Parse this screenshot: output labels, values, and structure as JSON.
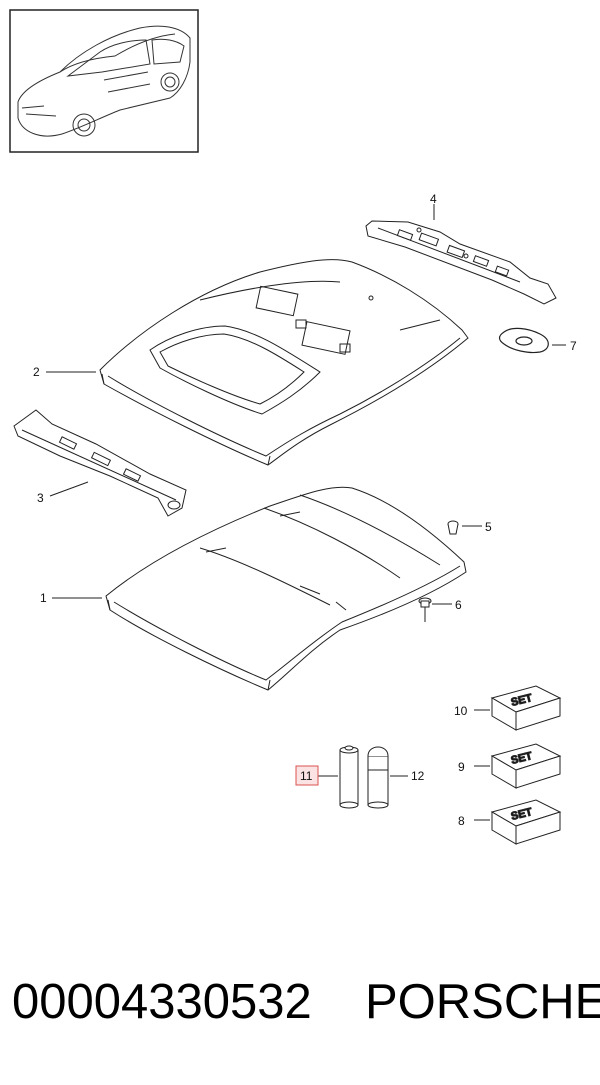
{
  "callouts": [
    {
      "id": "1",
      "label": "1"
    },
    {
      "id": "2",
      "label": "2"
    },
    {
      "id": "3",
      "label": "3"
    },
    {
      "id": "4",
      "label": "4"
    },
    {
      "id": "5",
      "label": "5"
    },
    {
      "id": "6",
      "label": "6"
    },
    {
      "id": "7",
      "label": "7"
    },
    {
      "id": "8",
      "label": "8"
    },
    {
      "id": "9",
      "label": "9"
    },
    {
      "id": "10",
      "label": "10"
    },
    {
      "id": "11",
      "label": "11",
      "highlighted": true
    },
    {
      "id": "12",
      "label": "12"
    }
  ],
  "set_label": "SET",
  "footer": {
    "part_number": "00004330532",
    "brand": "PORSCHE"
  },
  "colors": {
    "line": "#222222",
    "highlight_border": "#d9534f",
    "highlight_fill": "#fbe3e3"
  }
}
